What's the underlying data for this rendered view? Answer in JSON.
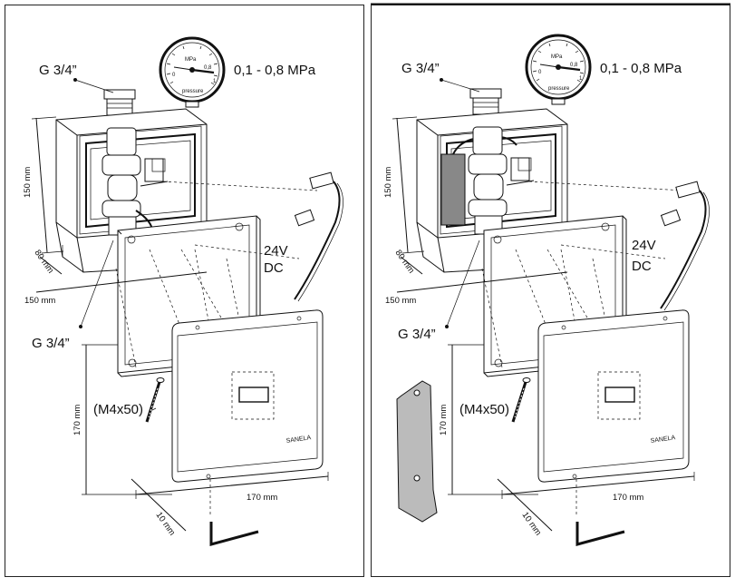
{
  "panels": [
    {
      "id": "left",
      "labels": {
        "inlet_thread": "G 3/4”",
        "outlet_thread": "G 3/4”",
        "pressure_range": "0,1 - 0,8 MPa",
        "voltage_line1": "24V",
        "voltage_line2": "DC",
        "screw": "(M4x50)"
      },
      "dimensions": {
        "height": "150 mm",
        "depth": "80 mm",
        "width": "150 mm",
        "cover_height": "170 mm",
        "cover_width": "170 mm",
        "cover_depth": "10 mm"
      },
      "gauge": {
        "unit": "MPa",
        "scale_low": "0,8",
        "scale_high": "0",
        "scale_mid": "1",
        "caption": "pressure"
      },
      "logo": "SANELA"
    },
    {
      "id": "right",
      "labels": {
        "inlet_thread": "G 3/4”",
        "outlet_thread": "G 3/4”",
        "pressure_range": "0,1 - 0,8 MPa",
        "voltage_line1": "24V",
        "voltage_line2": "DC",
        "screw": "(M4x50)"
      },
      "dimensions": {
        "height": "150 mm",
        "depth": "80 mm",
        "width": "150 mm",
        "cover_height": "170 mm",
        "cover_width": "170 mm",
        "cover_depth": "10 mm"
      },
      "gauge": {
        "unit": "MPa",
        "scale_low": "0,8",
        "scale_high": "0",
        "scale_mid": "1",
        "caption": "pressure"
      },
      "logo": "SANELA"
    }
  ]
}
